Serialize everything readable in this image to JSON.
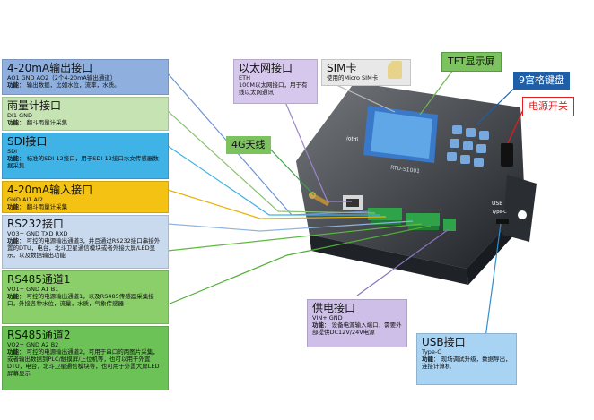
{
  "left_labels": [
    {
      "title": "4-20mA输出接口",
      "sub": "AO1  GND  AO2（2个4-20mA输出通道）",
      "desc_label": "功能",
      "desc": "输出数据，比如水位，流率，水质。",
      "color": "#8fb0de"
    },
    {
      "title": "雨量计接口",
      "sub": "DI1 GND",
      "desc_label": "功能",
      "desc": "翻斗雨量计采集",
      "color": "#c5e3b3"
    },
    {
      "title": "SDI接口",
      "sub": "SDI",
      "desc_label": "功能",
      "desc": "标准的SDI-12接口，用于SDI-12接口水文传感器数据采集",
      "color": "#3fb2e6"
    },
    {
      "title": "4-20mA输入接口",
      "sub": "GND  AI1  AI2",
      "desc_label": "功能",
      "desc": "翻斗雨量计采集",
      "color": "#f3c213"
    },
    {
      "title": "RS232接口",
      "sub": "VO3+ GND  TXD RXD",
      "desc_label": "功能",
      "desc": "可控的电源输出通道3，并且通过RS232接口串接外置的DTU，电台，北斗卫星通信模块或者外接大屏/LED显示，以及数据输出功能",
      "color": "#c9d9ee"
    },
    {
      "title": "RS485通道1",
      "sub": "VO1+ GND  A1  B1",
      "desc_label": "功能",
      "desc": "可控的电源输出通道1，以及RS485传感器采集接口，外接各种水位，流量，水质，气象传感器",
      "color": "#8bcf6a"
    },
    {
      "title": "RS485通道2",
      "sub": "VO2+ GND  A2  B2",
      "desc_label": "功能",
      "desc": "可控的电源输出通道2，可用于串口的两图片采集，或者输出数据到PLC/触摸屏/上位机等，也可以用于外置DTU，电台，北斗卫星通信模块等，也可用于外置大屏LED屏幕显示",
      "color": "#6cc257"
    }
  ],
  "eth": {
    "title": "以太网接口",
    "sub": "ETH",
    "desc": "100M以太网接口，用于有线以太网通讯"
  },
  "sim": {
    "title": "SIM卡",
    "desc": "使用的Micro SIM卡"
  },
  "tft": {
    "title": "TFT显示屏"
  },
  "keypad": {
    "title": "9宫格键盘"
  },
  "power_switch": {
    "title": "电源开关"
  },
  "antenna": {
    "title": "4G天线"
  },
  "power_port": {
    "title": "供电接口",
    "sub": "VIN+ GND",
    "desc_label": "功能",
    "desc": "设备电源输入端口，需要外部提供DC12V/24V电源"
  },
  "usb": {
    "title": "USB接口",
    "sub": "Type-C",
    "desc_label": "功能",
    "desc": "现场调试升级，数据导出，连接计算机"
  },
  "device": {
    "brand": "iotdi",
    "model": "RTU-S1001",
    "usb_label": "USB",
    "typec_label": "Type-C"
  }
}
